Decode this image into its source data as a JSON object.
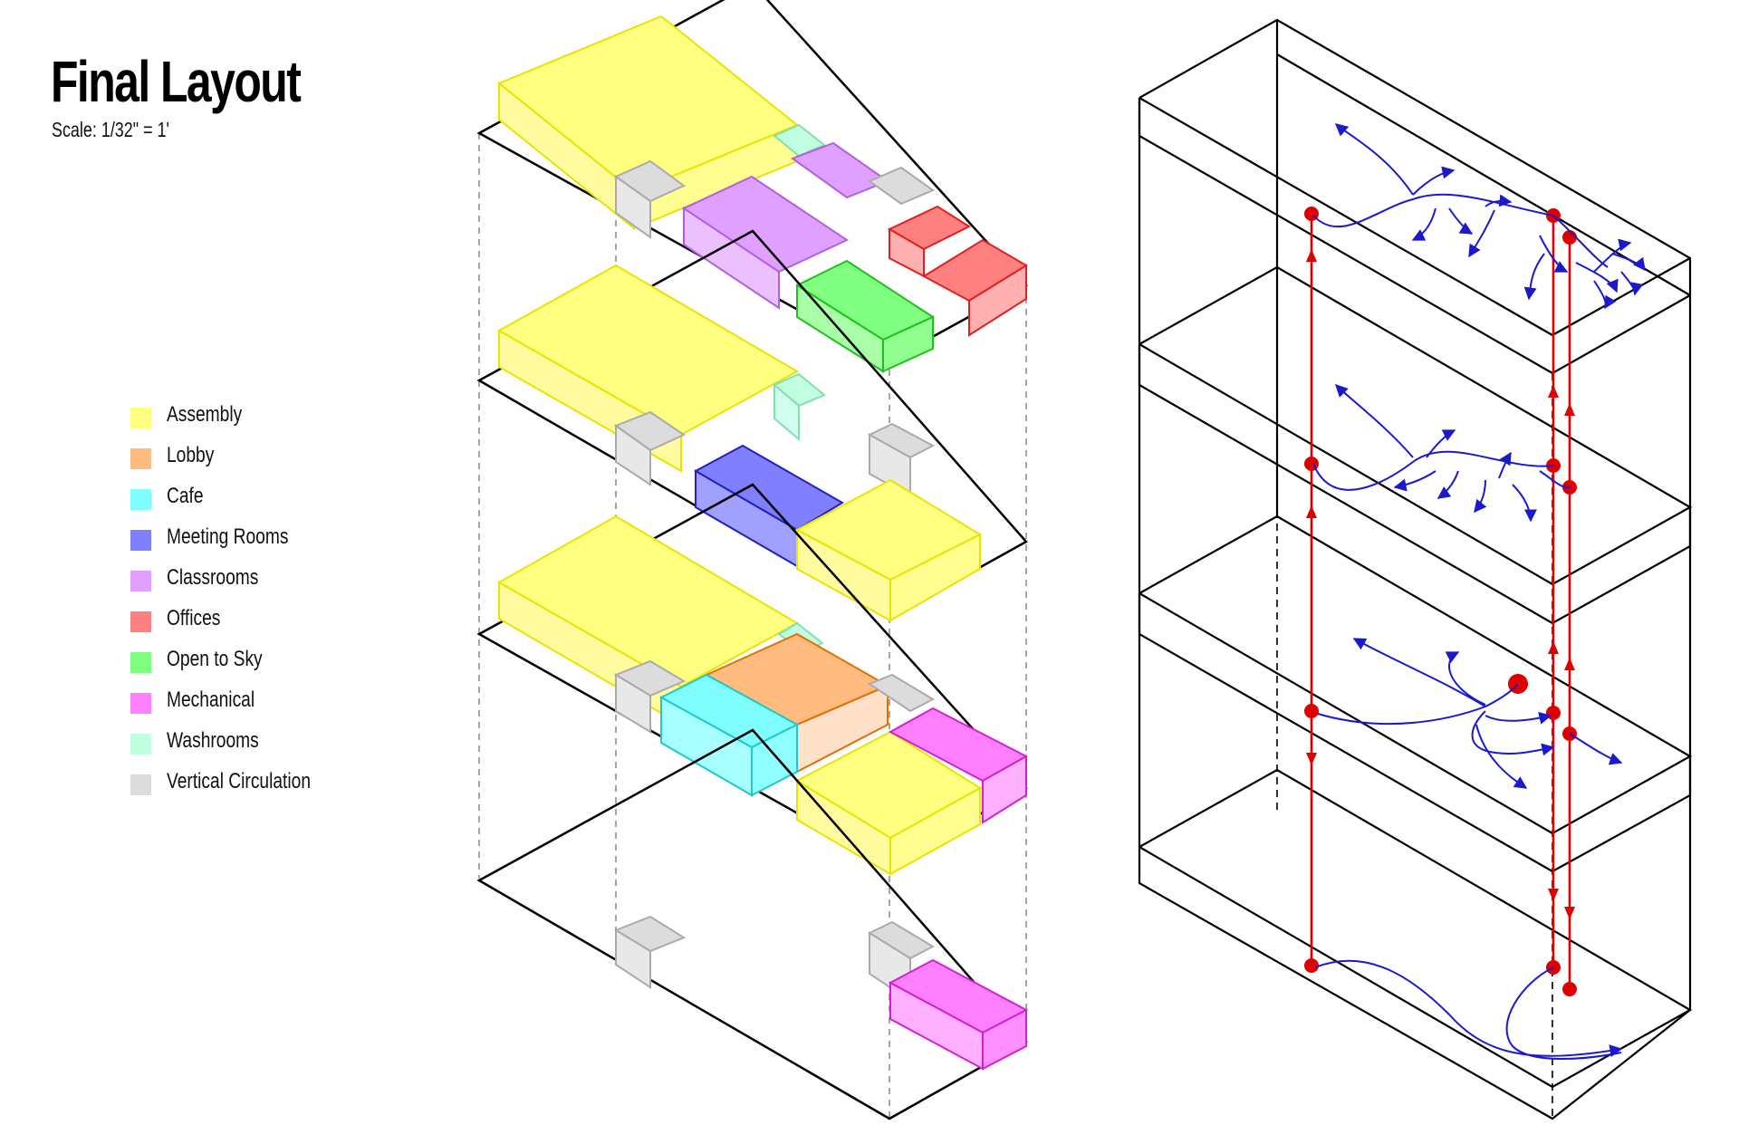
{
  "title": "Final Layout",
  "scale_label": "Scale: 1/32\" = 1'",
  "legend": [
    {
      "label": "Assembly",
      "color": "#ffff80"
    },
    {
      "label": "Lobby",
      "color": "#ffbb80"
    },
    {
      "label": "Cafe",
      "color": "#80ffff"
    },
    {
      "label": "Meeting Rooms",
      "color": "#8080ff"
    },
    {
      "label": "Classrooms",
      "color": "#e0a0ff"
    },
    {
      "label": "Offices",
      "color": "#ff8080"
    },
    {
      "label": "Open to Sky",
      "color": "#80ff80"
    },
    {
      "label": "Mechanical",
      "color": "#ff80ff"
    },
    {
      "label": "Washrooms",
      "color": "#c0ffe0"
    },
    {
      "label": "Vertical Circulation",
      "color": "#dcdcdc"
    }
  ],
  "colors": {
    "circulation_arrows": "#e00000",
    "flow_arrows": "#1a1acc",
    "outline": "#000000"
  }
}
